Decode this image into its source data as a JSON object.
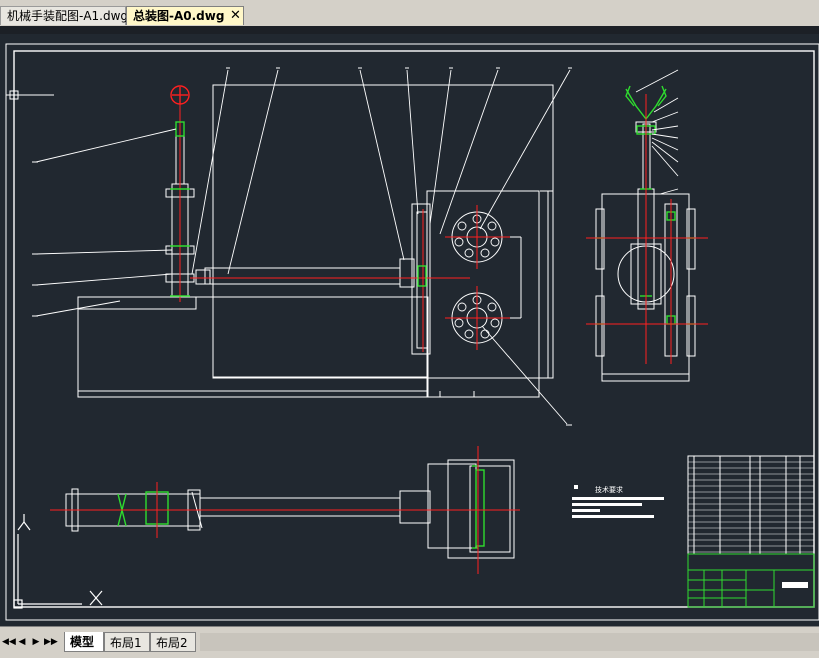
{
  "doc_tabs": [
    {
      "label": "机械手装配图-A1.dwg"
    },
    {
      "label": "总装图-A0.dwg"
    }
  ],
  "close_glyph": "✕",
  "nav_buttons": [
    "◀◀",
    "◀",
    "▶",
    "▶▶"
  ],
  "layout_tabs": [
    {
      "label": "模型"
    },
    {
      "label": "布局1"
    },
    {
      "label": "布局2"
    }
  ],
  "tech_req_title": "技术要求",
  "ucs_labels": {
    "x": "X",
    "y": "Y"
  },
  "colors": {
    "canvas_bg": "#212830",
    "line_white": "#ffffff",
    "center_red": "#ff2020",
    "part_green": "#2fdc2f",
    "active_tab_bg": "#fff7c8"
  },
  "icons": [
    "close-icon",
    "ucs-icon",
    "crosshair-icon"
  ]
}
